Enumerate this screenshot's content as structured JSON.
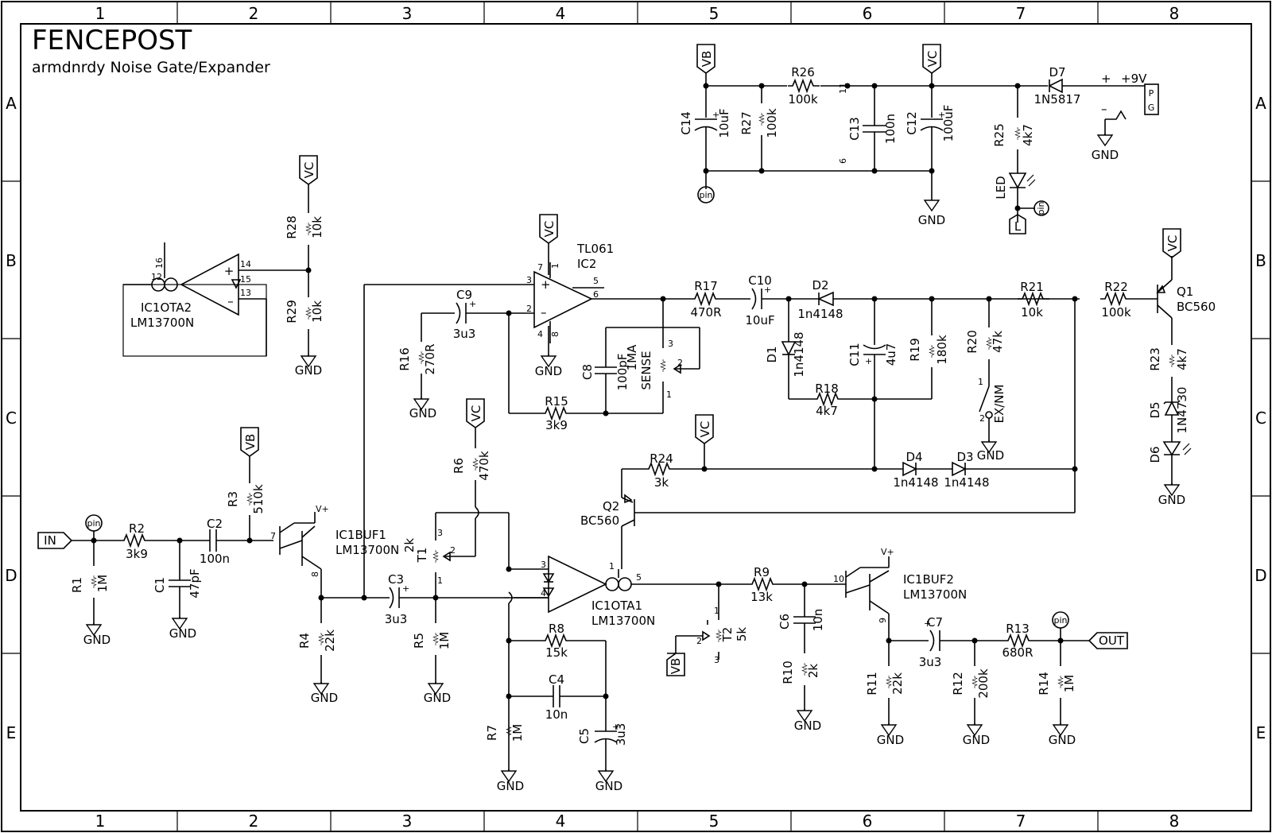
{
  "title": "FENCEPOST",
  "subtitle": "armdnrdy Noise Gate/Expander",
  "grid": {
    "cols": [
      "1",
      "2",
      "3",
      "4",
      "5",
      "6",
      "7",
      "8"
    ],
    "rows": [
      "A",
      "B",
      "C",
      "D",
      "E"
    ]
  },
  "ports": {
    "in": "IN",
    "out": "OUT",
    "gnd": "GND",
    "vb": "VB",
    "vc": "VC",
    "pin": "pin",
    "vplus": "V+",
    "led_l": "L",
    "plus9v": "+9V",
    "plus": "+",
    "minus": "–",
    "pg_p": "P",
    "pg_g": "G"
  },
  "components": {
    "R1": [
      "R1",
      "1M"
    ],
    "R2": [
      "R2",
      "3k9"
    ],
    "R3": [
      "R3",
      "510k"
    ],
    "R4": [
      "R4",
      "22k"
    ],
    "R5": [
      "R5",
      "1M"
    ],
    "R6": [
      "R6",
      "470k"
    ],
    "R7": [
      "R7",
      "1M"
    ],
    "R8": [
      "R8",
      "15k"
    ],
    "R9": [
      "R9",
      "13k"
    ],
    "R10": [
      "R10",
      "2k"
    ],
    "R11": [
      "R11",
      "22k"
    ],
    "R12": [
      "R12",
      "200k"
    ],
    "R13": [
      "R13",
      "680R"
    ],
    "R14": [
      "R14",
      "1M"
    ],
    "R15": [
      "R15",
      "3k9"
    ],
    "R16": [
      "R16",
      "270R"
    ],
    "R17": [
      "R17",
      "470R"
    ],
    "R18": [
      "R18",
      "4k7"
    ],
    "R19": [
      "R19",
      "180k"
    ],
    "R20": [
      "R20",
      "47k"
    ],
    "R21": [
      "R21",
      "10k"
    ],
    "R22": [
      "R22",
      "100k"
    ],
    "R23": [
      "R23",
      "4k7"
    ],
    "R24": [
      "R24",
      "3k"
    ],
    "R25": [
      "R25",
      "4k7"
    ],
    "R26": [
      "R26",
      "100k"
    ],
    "R27": [
      "R27",
      "100k"
    ],
    "R28": [
      "R28",
      "10k"
    ],
    "R29": [
      "R29",
      "10k"
    ],
    "C1": [
      "C1",
      "47pF"
    ],
    "C2": [
      "C2",
      "100n"
    ],
    "C3": [
      "C3",
      "3u3"
    ],
    "C4": [
      "C4",
      "10n"
    ],
    "C5": [
      "C5",
      "3u3"
    ],
    "C6": [
      "C6",
      "10n"
    ],
    "C7": [
      "C7",
      "3u3"
    ],
    "C8": [
      "C8",
      "100pF"
    ],
    "C9": [
      "C9",
      "3u3"
    ],
    "C10": [
      "C10",
      "10uF"
    ],
    "C11": [
      "C11",
      "4u7"
    ],
    "C12": [
      "C12",
      "100uF"
    ],
    "C13": [
      "C13",
      "100n"
    ],
    "C14": [
      "C14",
      "10uF"
    ],
    "D1": [
      "D1",
      "1n4148"
    ],
    "D2": [
      "D2",
      "1n4148"
    ],
    "D3": [
      "D3",
      "1n4148"
    ],
    "D4": [
      "D4",
      "1n4148"
    ],
    "D5": [
      "D5",
      "1N4730"
    ],
    "D6": [
      "D6",
      ""
    ],
    "D7": [
      "D7",
      "1N5817"
    ],
    "LED": [
      "LED",
      ""
    ],
    "Q1": [
      "Q1",
      "BC560"
    ],
    "Q2": [
      "Q2",
      "BC560"
    ],
    "T1": [
      "T1",
      "2k"
    ],
    "T2": [
      "T2",
      "5k"
    ],
    "SENSE": [
      "SENSE",
      "1MA"
    ],
    "IC2": [
      "TL061",
      "IC2"
    ],
    "IC1OTA1": [
      "IC1OTA1",
      "LM13700N"
    ],
    "IC1OTA2": [
      "IC1OTA2",
      "LM13700N"
    ],
    "IC1BUF1": [
      "IC1BUF1",
      "LM13700N"
    ],
    "IC1BUF2": [
      "IC1BUF2",
      "LM13700N"
    ],
    "EXNM": [
      "EX/NM",
      ""
    ]
  },
  "pins": {
    "ic2": [
      "3",
      "2",
      "7",
      "4",
      "6",
      "5",
      "1",
      "8"
    ],
    "ota1": [
      "3",
      "4",
      "1",
      "5"
    ],
    "ota2": [
      "14",
      "15",
      "13",
      "12",
      "16"
    ],
    "buf1": [
      "7",
      "8"
    ],
    "buf2": [
      "10",
      "9"
    ],
    "pot": [
      "1",
      "2",
      "3"
    ],
    "u1": [
      "1",
      "2"
    ],
    "reg": [
      "11",
      "6"
    ]
  }
}
